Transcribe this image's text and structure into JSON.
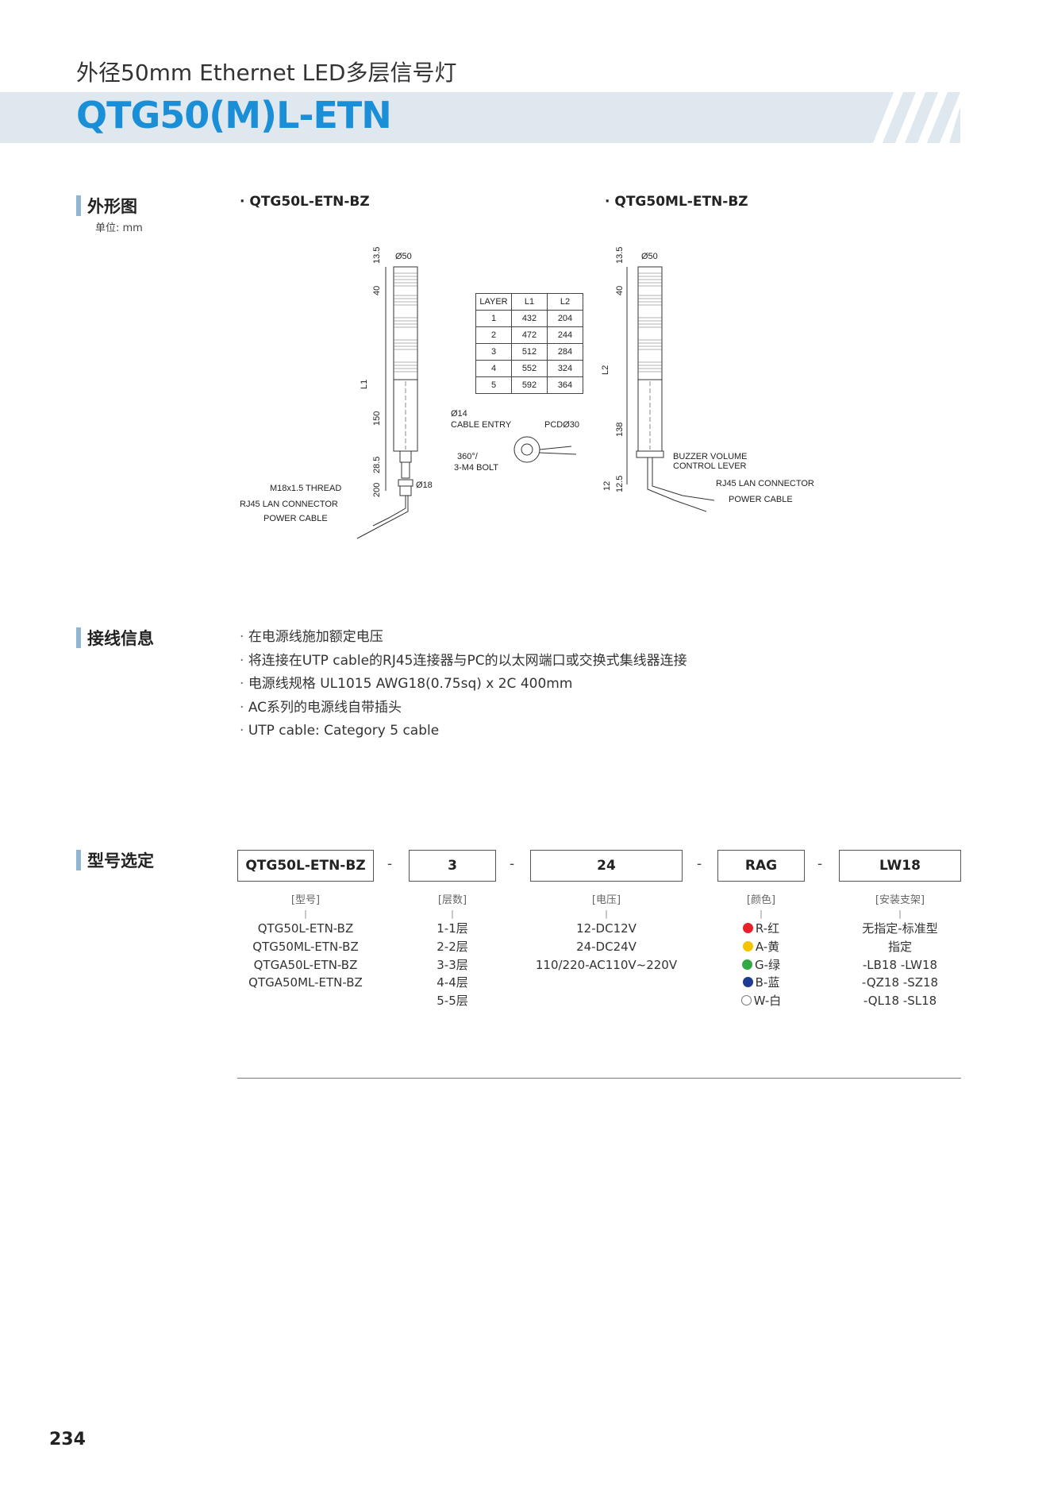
{
  "header": {
    "subtitle": "外径50mm Ethernet LED多层信号灯",
    "title": "QTG50(M)L-ETN"
  },
  "sections": {
    "outline": "外形图",
    "unit": "单位: mm",
    "wiring": "接线信息",
    "selection": "型号选定"
  },
  "models": {
    "left": "· QTG50L-ETN-BZ",
    "right": "· QTG50ML-ETN-BZ"
  },
  "drawing": {
    "dia_top_left": "Ø50",
    "dia_top_right": "Ø50",
    "dim_13_5_left": "13.5",
    "dim_40_left": "40",
    "dim_L1": "L1",
    "dim_150": "150",
    "dim_28_5": "28.5",
    "dim_200": "200",
    "dim_18": "Ø18",
    "thread": "M18x1.5 THREAD",
    "rj45_left": "RJ45 LAN CONNECTOR",
    "power_left": "POWER CABLE",
    "dia14": "Ø14",
    "cable_entry": "CABLE ENTRY",
    "pcd": "PCDØ30",
    "deg360": "360°/",
    "bolt": "3-M4 BOLT",
    "dim_13_5_right": "13.5",
    "dim_40_right": "40",
    "dim_L2": "L2",
    "dim_138": "138",
    "dim_12": "12",
    "dim_12_5": "12.5",
    "buzzer1": "BUZZER VOLUME",
    "buzzer2": "CONTROL LEVER",
    "rj45_right": "RJ45 LAN CONNECTOR",
    "power_right": "POWER CABLE"
  },
  "layer_table": {
    "headers": [
      "LAYER",
      "L1",
      "L2"
    ],
    "rows": [
      [
        "1",
        "432",
        "204"
      ],
      [
        "2",
        "472",
        "244"
      ],
      [
        "3",
        "512",
        "284"
      ],
      [
        "4",
        "552",
        "324"
      ],
      [
        "5",
        "592",
        "364"
      ]
    ]
  },
  "wiring_items": [
    "在电源线施加额定电压",
    "将连接在UTP cable的RJ45连接器与PC的以太网端口或交换式集线器连接",
    "电源线规格 UL1015 AWG18(0.75sq) x 2C 400mm",
    "AC系列的电源线自带插头",
    "UTP cable: Category 5 cable"
  ],
  "selection": {
    "boxes": [
      "QTG50L-ETN-BZ",
      "3",
      "24",
      "RAG",
      "LW18"
    ],
    "dash": "-",
    "tick": "|",
    "columns": [
      {
        "category": "[型号]",
        "options": [
          "QTG50L-ETN-BZ",
          "QTG50ML-ETN-BZ",
          "QTGA50L-ETN-BZ",
          "QTGA50ML-ETN-BZ"
        ]
      },
      {
        "category": "[层数]",
        "options": [
          "1-1层",
          "2-2层",
          "3-3层",
          "4-4层",
          "5-5层"
        ]
      },
      {
        "category": "[电压]",
        "options": [
          "12-DC12V",
          "24-DC24V",
          "110/220-AC110V~220V"
        ]
      },
      {
        "category": "[颜色]",
        "options": [
          "R-红",
          "A-黄",
          "G-绿",
          "B-蓝",
          "W-白"
        ]
      },
      {
        "category": "[安装支架]",
        "options": [
          "无指定-标准型",
          "指定",
          "-LB18 -LW18",
          "-QZ18 -SZ18",
          "-QL18 -SL18"
        ]
      }
    ],
    "colors": [
      "#e8202a",
      "#f5c400",
      "#33a844",
      "#1f3a93",
      "#ffffff"
    ]
  },
  "page_number": "234"
}
